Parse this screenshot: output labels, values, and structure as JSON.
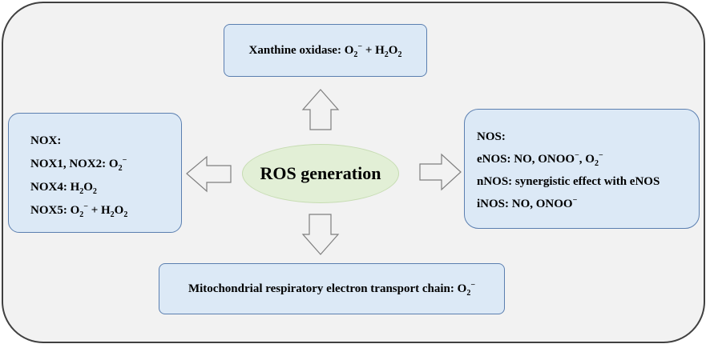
{
  "center": {
    "label": "ROS generation"
  },
  "xanthine": {
    "prefix": "Xanthine oxidase: O",
    "sub1": "2",
    "sup1": "−",
    "plus": " + H",
    "sub2": "2",
    "o": "O",
    "sub3": "2"
  },
  "nox": {
    "title": "NOX:",
    "line1": {
      "text": "NOX1, NOX2:  O",
      "sub": "2",
      "sup": "−"
    },
    "line2": {
      "text": "NOX4:  H",
      "sub1": "2",
      "o": "O",
      "sub2": "2"
    },
    "line3": {
      "text": "NOX5: O",
      "sub1": "2",
      "sup1": "−",
      "plus": " + H",
      "sub2": "2",
      "o": "O",
      "sub3": "2"
    }
  },
  "nos": {
    "title": "NOS:",
    "line1": {
      "text": "eNOS: NO, ONOO",
      "sup1": "−",
      "mid": ", O",
      "sub": "2",
      "sup2": "−"
    },
    "line2": {
      "text": "nNOS:  synergistic effect with eNOS"
    },
    "line3": {
      "text": "iNOS: NO, ONOO",
      "sup": "−"
    }
  },
  "mito": {
    "text": "Mitochondrial respiratory electron transport chain:  O",
    "sub": "2",
    "sup": "−"
  },
  "colors": {
    "box_fill": "#dce9f6",
    "box_border": "#5b7fb0",
    "ellipse_fill": "#e2efd6",
    "frame_fill": "#f2f2f2"
  }
}
